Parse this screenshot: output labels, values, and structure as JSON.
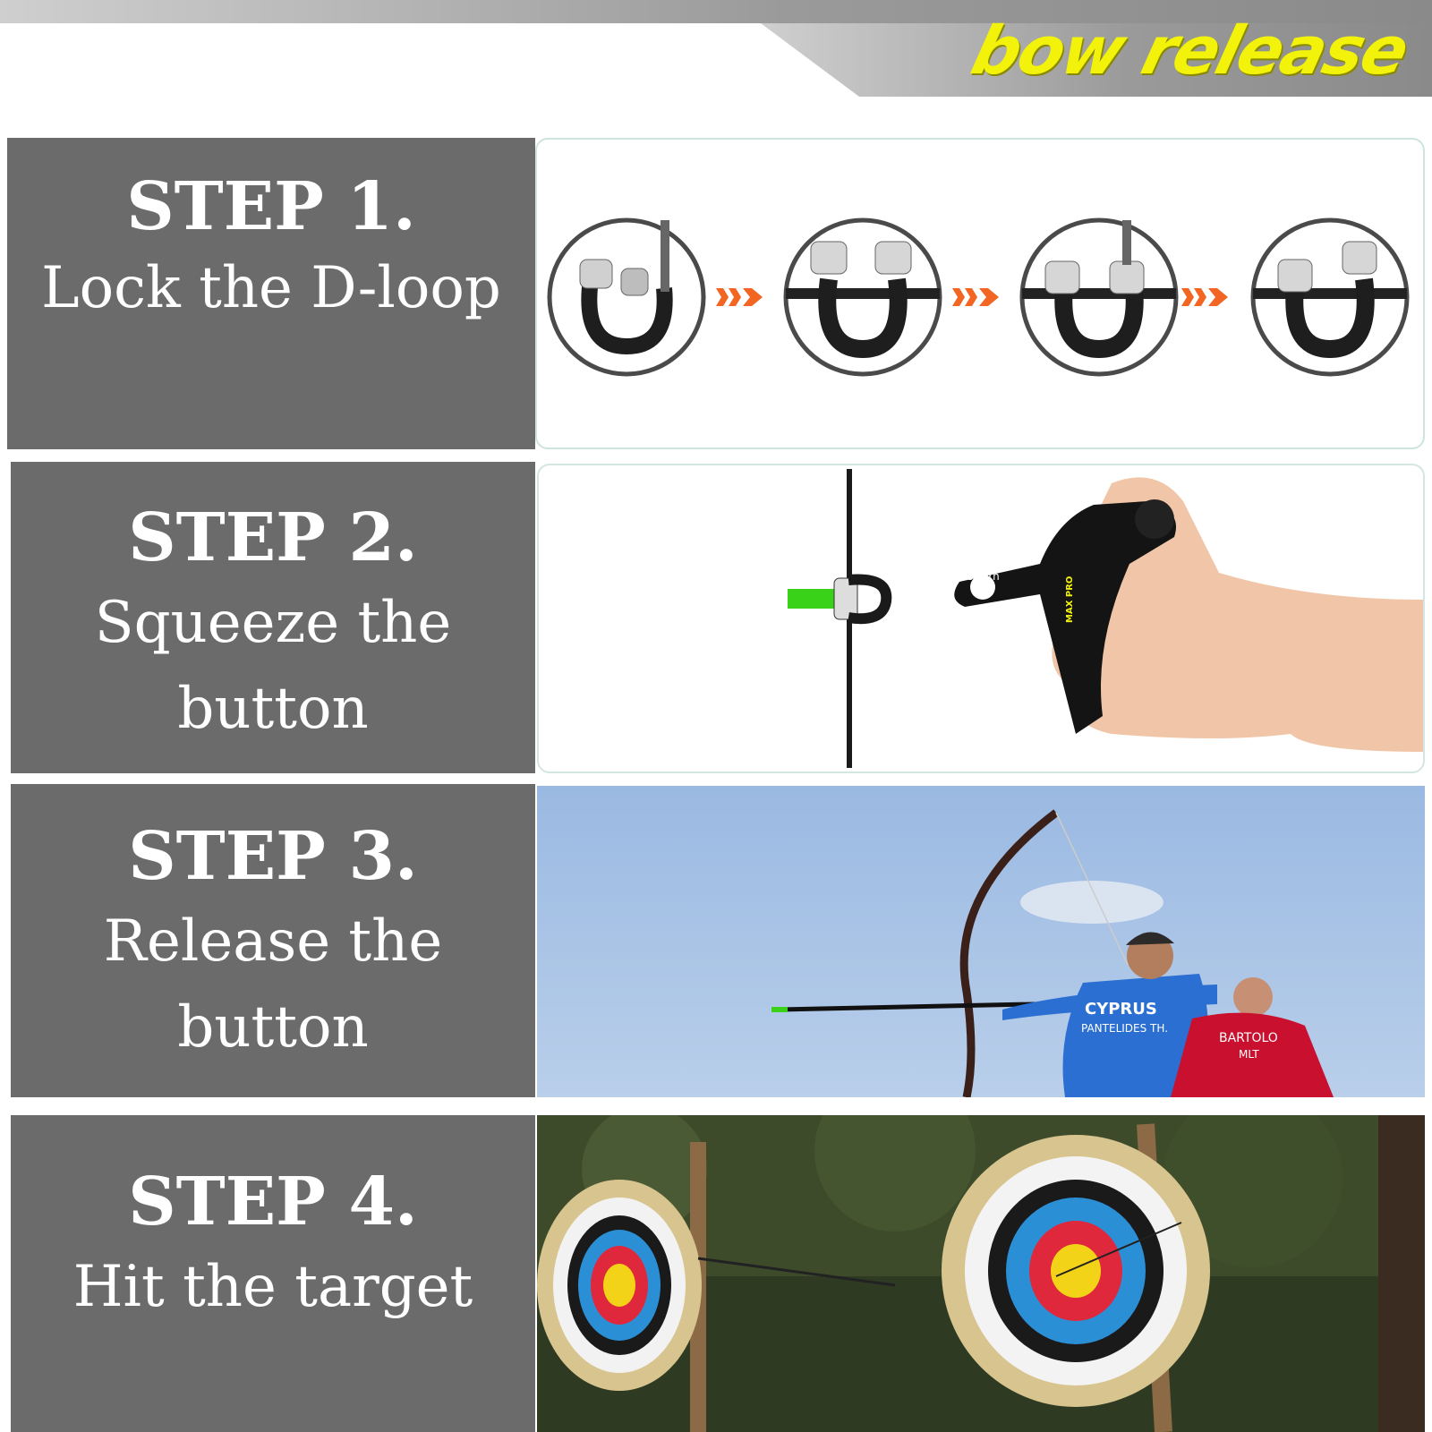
{
  "header": {
    "title": "bow release"
  },
  "steps": [
    {
      "title": "STEP 1.",
      "text": "Lock the D-loop"
    },
    {
      "title": "STEP 2.",
      "text": "Squeeze the button"
    },
    {
      "title": "STEP 3.",
      "text": "Release the button"
    },
    {
      "title": "STEP 4.",
      "text": "Hit the target"
    }
  ],
  "step2_image": {
    "brand": "Nswern",
    "model": "MAX PRO"
  },
  "step3_image": {
    "jersey_front": "CYPRUS",
    "jersey_name": "PANTELIDES TH.",
    "jersey_back": "BARTOLO",
    "jersey_back_country": "MLT"
  },
  "colors": {
    "panel": "#6b6b6b",
    "accent_yellow": "#f2f20a",
    "arrow_orange": "#f26522",
    "fletch_green": "#39d219"
  },
  "icons": [
    "arrow-right-icon"
  ]
}
